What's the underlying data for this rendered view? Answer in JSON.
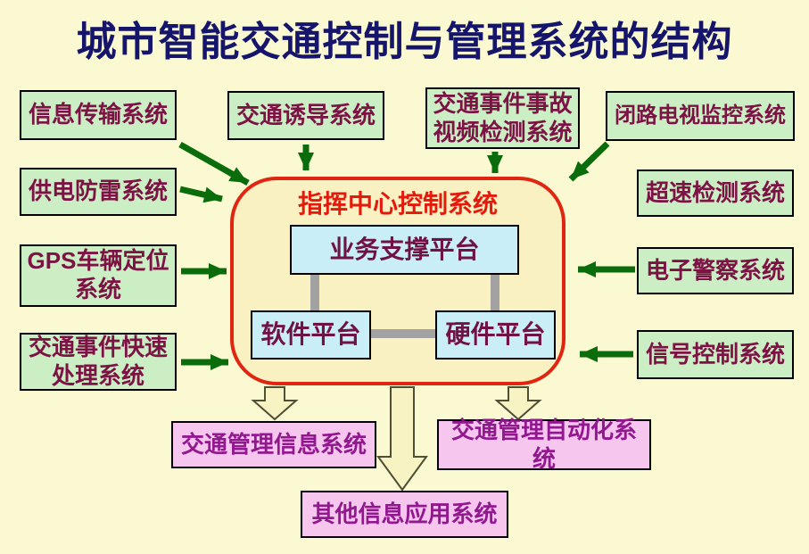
{
  "title": "城市智能交通控制与管理系统的结构",
  "center": {
    "label": "指挥中心控制系统",
    "platforms": {
      "business": "业务支撑平台",
      "software": "软件平台",
      "hardware": "硬件平台"
    }
  },
  "input_systems": {
    "left": [
      "信息传输系统",
      "供电防雷系统",
      "GPS车辆定位系统",
      "交通事件快速处理系统"
    ],
    "top": [
      "交通诱导系统",
      "交通事件事故视频检测系统"
    ],
    "right": [
      "闭路电视监控系统",
      "超速检测系统",
      "电子警察系统",
      "信号控制系统"
    ]
  },
  "output_systems": [
    "交通管理信息系统",
    "交通管理自动化系统",
    "其他信息应用系统"
  ],
  "colors": {
    "page_background": "#FBF9D2",
    "title_text": "#15156B",
    "input_box_fill": "#CBEEC5",
    "platform_box_fill": "#C9EEF8",
    "output_box_fill": "#F7C6EE",
    "input_box_text": "#7D1245",
    "output_box_text": "#91188F",
    "center_label_text": "#E41B0C",
    "center_border": "#E02511",
    "center_fill": "#FAF1C3",
    "solid_arrow": "#0A6C0A",
    "connector_gray": "#A2A2A2",
    "hollow_arrow_fill": "#F8F3C2",
    "hollow_arrow_stroke": "#4F4F35"
  }
}
